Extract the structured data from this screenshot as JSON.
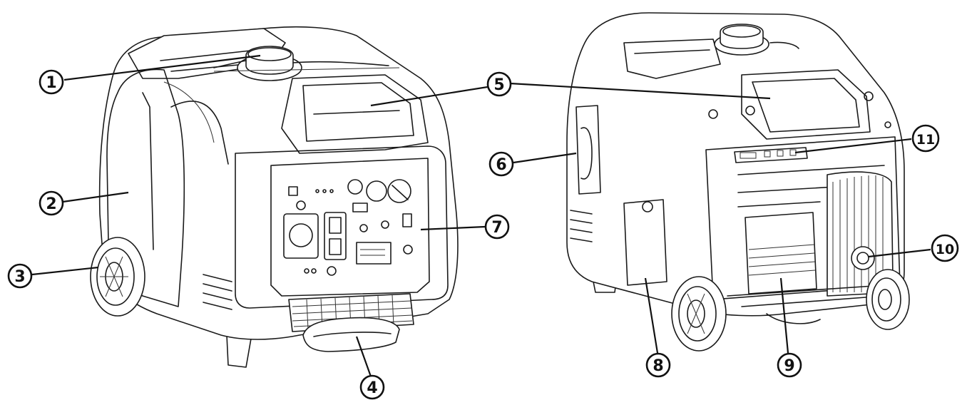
{
  "callouts": [
    {
      "id": "c1",
      "label": "1"
    },
    {
      "id": "c2",
      "label": "2"
    },
    {
      "id": "c3",
      "label": "3"
    },
    {
      "id": "c4",
      "label": "4"
    },
    {
      "id": "c5",
      "label": "5"
    },
    {
      "id": "c6",
      "label": "6"
    },
    {
      "id": "c7",
      "label": "7"
    },
    {
      "id": "c8",
      "label": "8"
    },
    {
      "id": "c9",
      "label": "9"
    },
    {
      "id": "c10",
      "label": "10"
    },
    {
      "id": "c11",
      "label": "11"
    }
  ],
  "colors": {
    "line": "#1a1a1a",
    "background": "#ffffff"
  }
}
